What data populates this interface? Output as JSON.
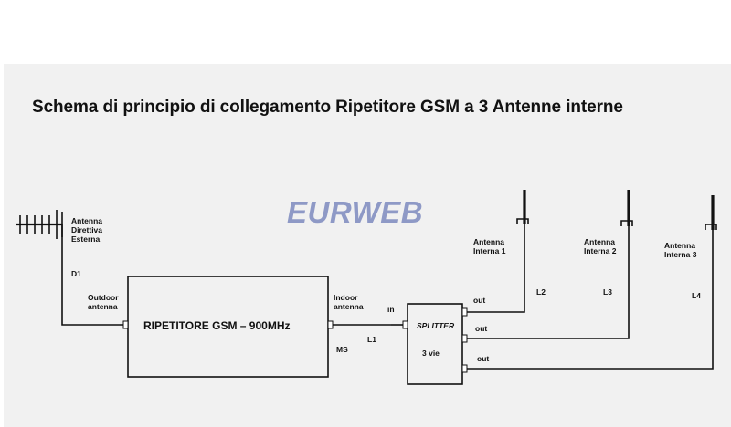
{
  "title": "Schema di principio di collegamento Ripetitore GSM  a   3  Antenne interne",
  "watermark": "EURWEB",
  "external_antenna": {
    "label_line1": "Antenna",
    "label_line2": "Direttiva",
    "label_line3": "Esterna",
    "cable": "D1"
  },
  "repeater": {
    "name": "RIPETITORE GSM – 900MHz",
    "outdoor_line1": "Outdoor",
    "outdoor_line2": "antenna",
    "indoor_line1": "Indoor",
    "indoor_line2": "antenna",
    "ms": "MS"
  },
  "link": {
    "cable": "L1",
    "in": "in"
  },
  "splitter": {
    "name": "SPLITTER",
    "ways": "3 vie",
    "out1": "out",
    "out2": "out",
    "out3": "out"
  },
  "internal_antennas": [
    {
      "line1": "Antenna",
      "line2": "Interna  1",
      "cable": "L2"
    },
    {
      "line1": "Antenna",
      "line2": "Interna  2",
      "cable": "L3"
    },
    {
      "line1": "Antenna",
      "line2": "Interna  3",
      "cable": "L4"
    }
  ]
}
